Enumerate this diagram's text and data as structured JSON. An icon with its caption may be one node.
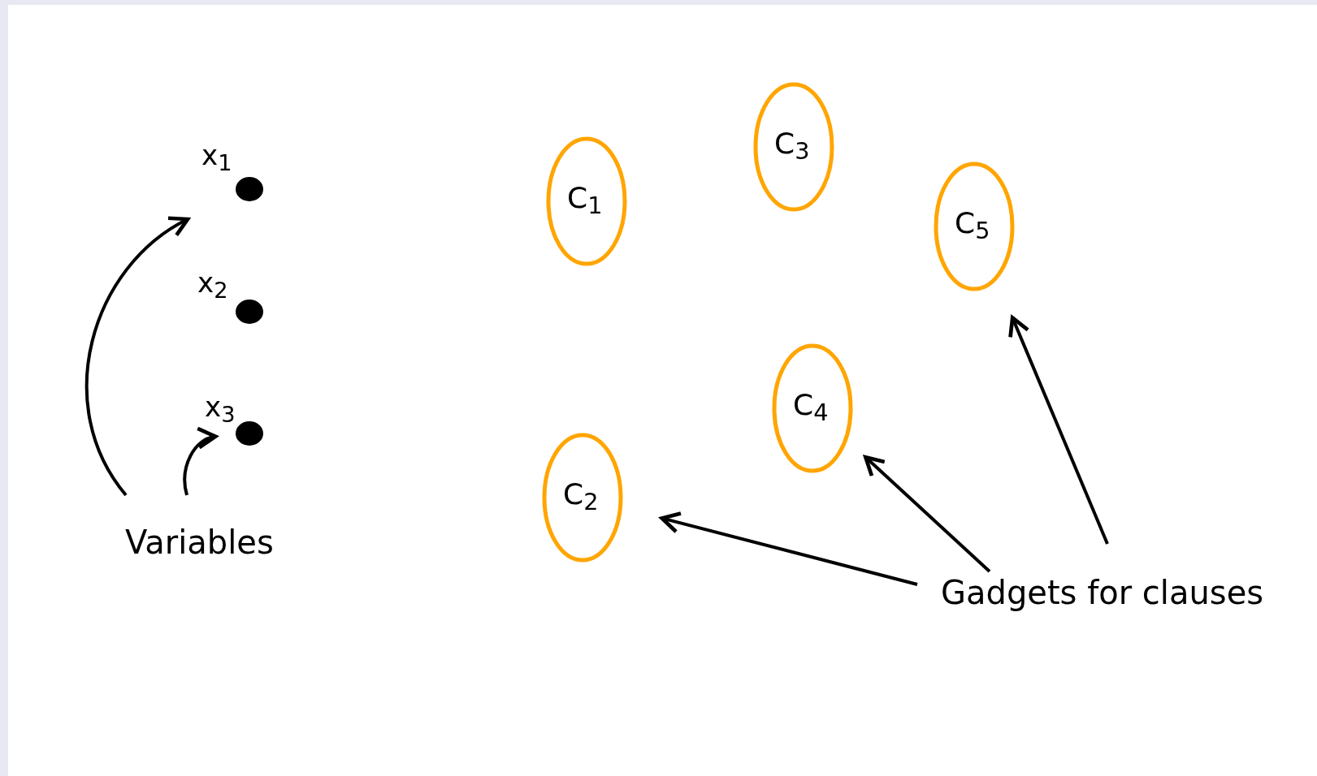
{
  "diagram": {
    "nodes": [
      {
        "text": [
          "x$_{1}$"
        ]
      },
      {
        "text": [
          "x$_{2}$"
        ]
      },
      {
        "text": [
          "x$_{3}$"
        ]
      },
      {
        "text": [
          "Variables"
        ]
      },
      {
        "text": [
          "C$_{1}$"
        ]
      },
      {
        "text": [
          "C$_{3}$"
        ]
      },
      {
        "text": [
          "C$_{5}$"
        ]
      },
      {
        "text": [
          "C$_{4}$"
        ]
      },
      {
        "text": [
          "C$_{2}$"
        ]
      },
      {
        "text": [
          "Gadgets for clauses"
        ]
      }
    ],
    "edges": [
      {
        "from": 3,
        "to": 0,
        "arrow": "to"
      },
      {
        "from": 3,
        "to": 2,
        "arrow": "to"
      },
      {
        "from": 9,
        "to": 8,
        "arrow": "to"
      },
      {
        "from": 9,
        "to": 7,
        "arrow": "to"
      },
      {
        "from": 9,
        "to": 6,
        "arrow": "to"
      }
    ]
  }
}
